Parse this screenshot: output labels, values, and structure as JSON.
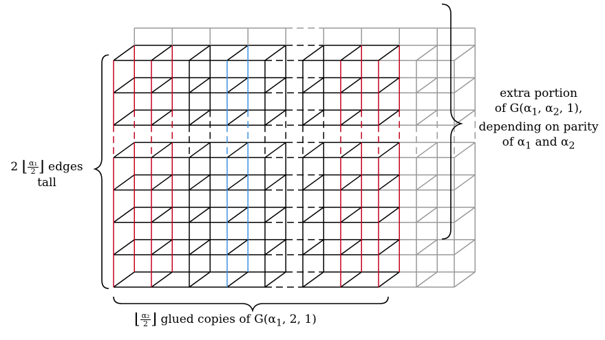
{
  "diagram": {
    "colors": {
      "black": "#000000",
      "gray": "#999999",
      "red": "#c4001c",
      "blue": "#3d8fe0"
    },
    "layers": 8,
    "red_columns": [
      0,
      1,
      6,
      7
    ],
    "blue_columns": [
      3
    ],
    "gray_columns": [
      8,
      9
    ],
    "dashed_gap_after_column": 5
  },
  "labels": {
    "right": {
      "line1": "extra portion",
      "line2": "of G(α",
      "line2_sub1": "1",
      "line2_mid": ", α",
      "line2_sub2": "2",
      "line2_end": ", 1),",
      "line3": "depending on parity",
      "line4_a": "of α",
      "line4_sub1": "1",
      "line4_b": " and α",
      "line4_sub2": "2"
    },
    "left": {
      "prefix": "2",
      "frac_num": "α₁",
      "frac_den": "2",
      "suffix": "edges",
      "line2": "tall"
    },
    "bottom": {
      "frac_num": "α₂",
      "frac_den": "2",
      "suffix": "glued copies of G(α",
      "sub1": "1",
      "end": ", 2, 1)"
    }
  }
}
